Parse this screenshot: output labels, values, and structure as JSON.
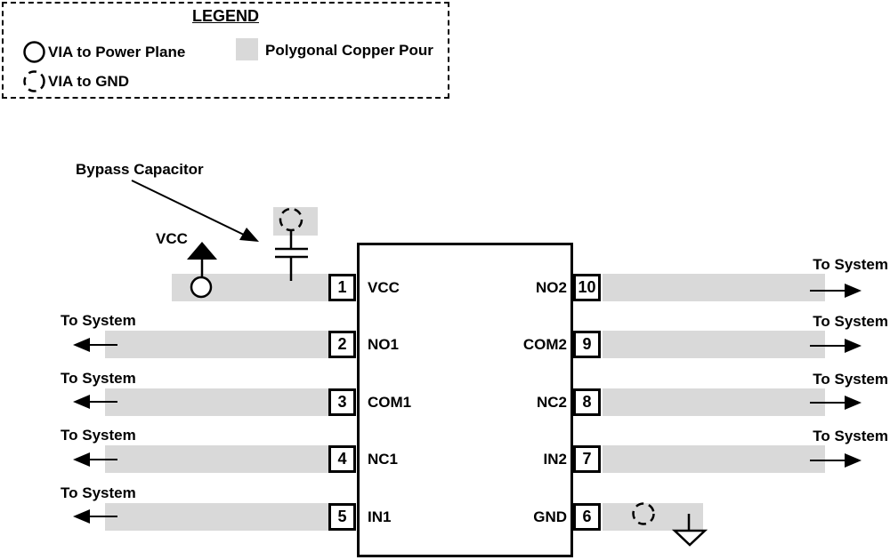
{
  "legend": {
    "title": "LEGEND",
    "items": [
      {
        "icon": "via-power-icon",
        "label": "VIA to Power Plane"
      },
      {
        "icon": "via-gnd-icon",
        "label": "VIA to GND"
      },
      {
        "icon": "copper-pour-swatch-icon",
        "label": "Polygonal Copper Pour"
      }
    ]
  },
  "labels": {
    "bypass_capacitor": "Bypass Capacitor",
    "vcc": "VCC",
    "to_system": "To System"
  },
  "ic": {
    "left_pins": [
      {
        "number": "1",
        "name": "VCC"
      },
      {
        "number": "2",
        "name": "NO1"
      },
      {
        "number": "3",
        "name": "COM1"
      },
      {
        "number": "4",
        "name": "NC1"
      },
      {
        "number": "5",
        "name": "IN1"
      }
    ],
    "right_pins": [
      {
        "number": "10",
        "name": "NO2"
      },
      {
        "number": "9",
        "name": "COM2"
      },
      {
        "number": "8",
        "name": "NC2"
      },
      {
        "number": "7",
        "name": "IN2"
      },
      {
        "number": "6",
        "name": "GND"
      }
    ]
  },
  "colors": {
    "copper_pour": "#d9d9d9",
    "line": "#000000"
  }
}
